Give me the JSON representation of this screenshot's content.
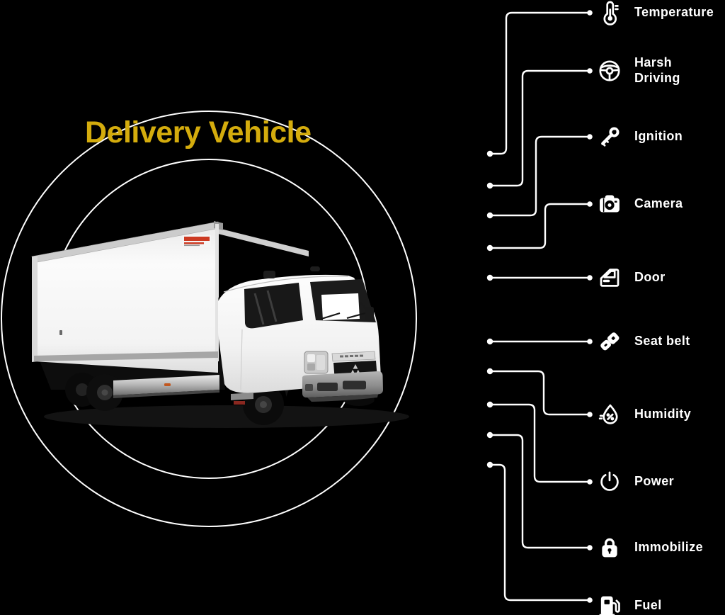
{
  "background_color": "#000000",
  "accent_color": "#d4ac0d",
  "line_color": "#ffffff",
  "header": {
    "title": "Delivery Vehicle"
  },
  "vehicle": {
    "illustration": "white-box-delivery-truck",
    "rings": 2
  },
  "features": [
    {
      "label": "Temperature",
      "icon": "thermometer-icon"
    },
    {
      "label": "Harsh Driving",
      "icon": "steering-wheel-icon"
    },
    {
      "label": "Ignition",
      "icon": "ignition-key-icon"
    },
    {
      "label": "Camera",
      "icon": "camera-icon"
    },
    {
      "label": "Door",
      "icon": "car-door-icon"
    },
    {
      "label": "Seat belt",
      "icon": "seat-belt-icon"
    },
    {
      "label": "Humidity",
      "icon": "water-drop-icon"
    },
    {
      "label": "Power",
      "icon": "power-icon"
    },
    {
      "label": "Immobilize",
      "icon": "padlock-icon"
    },
    {
      "label": "Fuel",
      "icon": "fuel-pump-icon"
    }
  ]
}
